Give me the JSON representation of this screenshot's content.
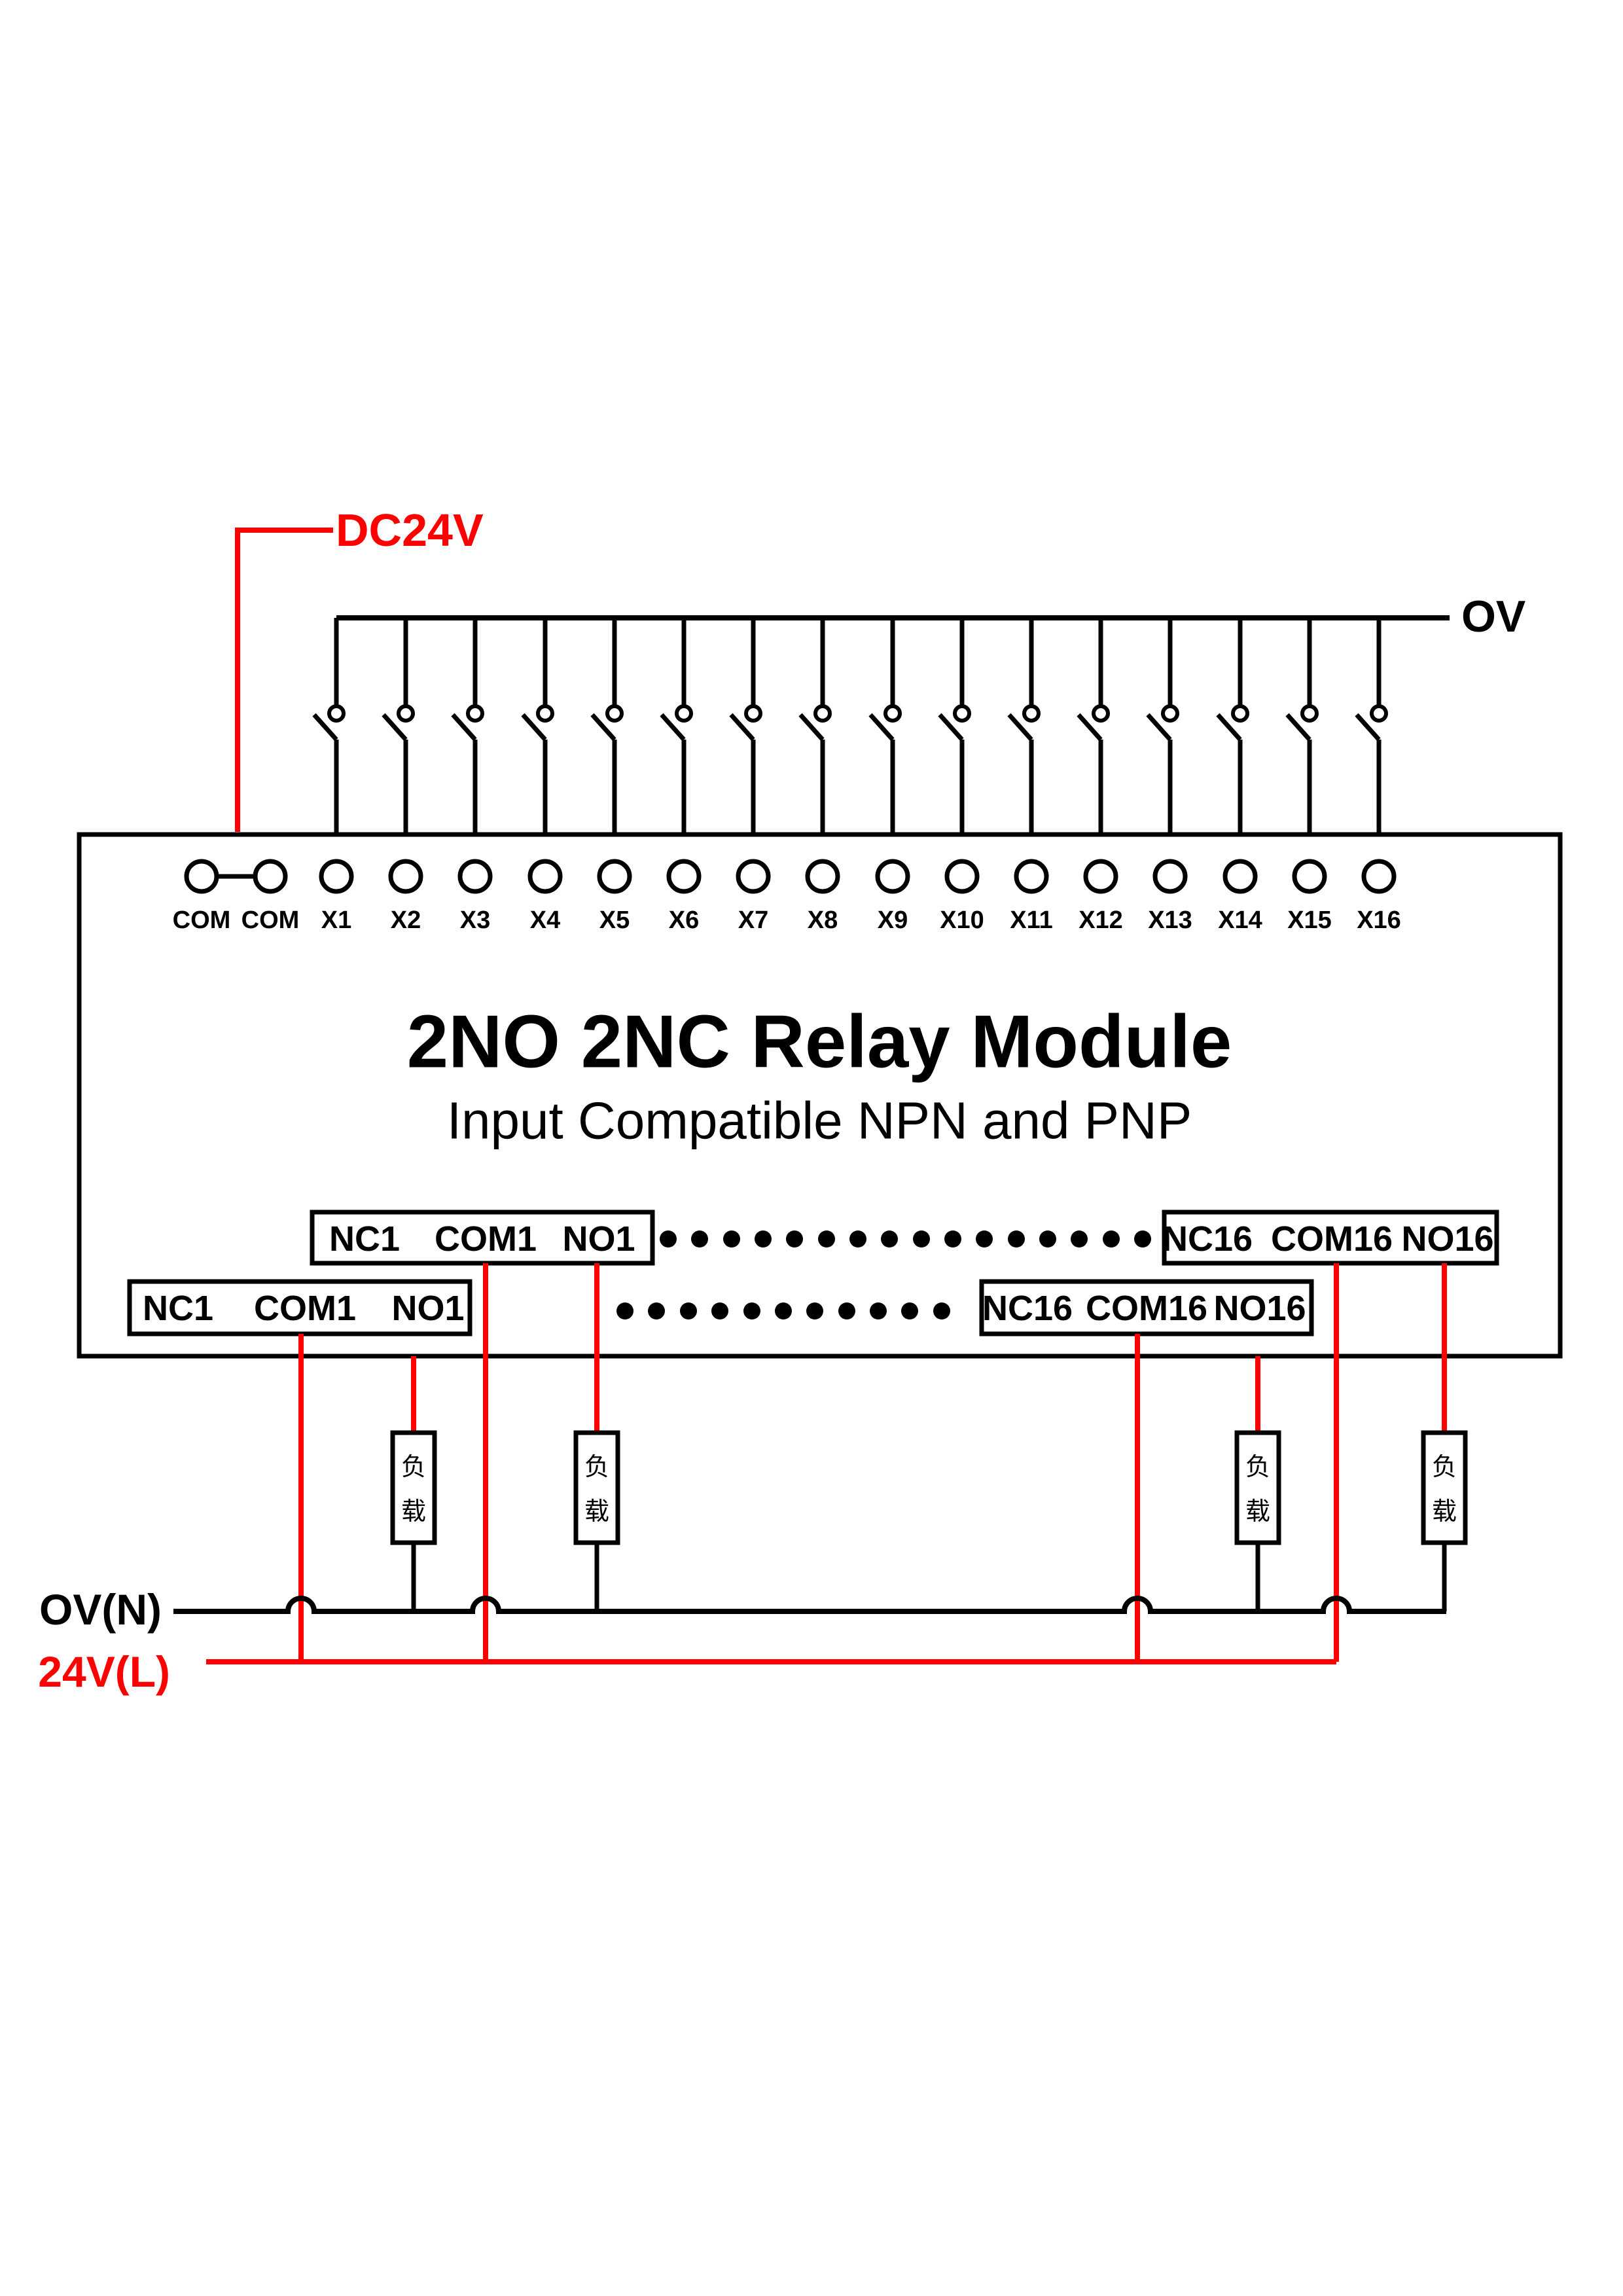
{
  "power": {
    "dc24v_label": "DC24V",
    "ov_label": "OV",
    "ov_n_label": "OV(N)",
    "v24_l_label": "24V(L)"
  },
  "module": {
    "title": "2NO 2NC Relay Module",
    "subtitle": "Input Compatible NPN and PNP",
    "input_terminals": [
      "COM",
      "COM",
      "X1",
      "X2",
      "X3",
      "X4",
      "X5",
      "X6",
      "X7",
      "X8",
      "X9",
      "X10",
      "X11",
      "X12",
      "X13",
      "X14",
      "X15",
      "X16"
    ],
    "outputs": {
      "row1_left": [
        "NC1",
        "COM1",
        "NO1"
      ],
      "row1_right": [
        "NC16",
        "COM16",
        "NO16"
      ],
      "row2_left": [
        "NC1",
        "COM1",
        "NO1"
      ],
      "row2_right": [
        "NC16",
        "COM16",
        "NO16"
      ]
    }
  },
  "load_label": {
    "top": "负",
    "bottom": "载"
  },
  "colors": {
    "wire": "#000000",
    "power_positive": "#ff0000",
    "background": "#ffffff"
  }
}
